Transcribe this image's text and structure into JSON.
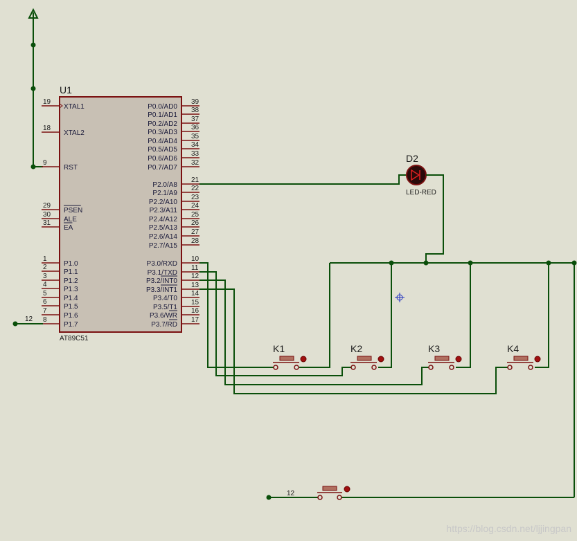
{
  "chip": {
    "ref": "U1",
    "model": "AT89C51",
    "left_pins": [
      {
        "num": "19",
        "name": "XTAL1"
      },
      {
        "num": "18",
        "name": "XTAL2"
      },
      {
        "num": "9",
        "name": "RST"
      },
      {
        "num": "29",
        "name": "PSEN"
      },
      {
        "num": "30",
        "name": "ALE"
      },
      {
        "num": "31",
        "name": "EA"
      },
      {
        "num": "1",
        "name": "P1.0"
      },
      {
        "num": "2",
        "name": "P1.1"
      },
      {
        "num": "3",
        "name": "P1.2"
      },
      {
        "num": "4",
        "name": "P1.3"
      },
      {
        "num": "5",
        "name": "P1.4"
      },
      {
        "num": "6",
        "name": "P1.5"
      },
      {
        "num": "7",
        "name": "P1.6"
      },
      {
        "num": "8",
        "name": "P1.7"
      }
    ],
    "right_pins": [
      {
        "num": "39",
        "name": "P0.0/AD0"
      },
      {
        "num": "38",
        "name": "P0.1/AD1"
      },
      {
        "num": "37",
        "name": "P0.2/AD2"
      },
      {
        "num": "36",
        "name": "P0.3/AD3"
      },
      {
        "num": "35",
        "name": "P0.4/AD4"
      },
      {
        "num": "34",
        "name": "P0.5/AD5"
      },
      {
        "num": "33",
        "name": "P0.6/AD6"
      },
      {
        "num": "32",
        "name": "P0.7/AD7"
      },
      {
        "num": "21",
        "name": "P2.0/A8"
      },
      {
        "num": "22",
        "name": "P2.1/A9"
      },
      {
        "num": "23",
        "name": "P2.2/A10"
      },
      {
        "num": "24",
        "name": "P2.3/A11"
      },
      {
        "num": "25",
        "name": "P2.4/A12"
      },
      {
        "num": "26",
        "name": "P2.5/A13"
      },
      {
        "num": "27",
        "name": "P2.6/A14"
      },
      {
        "num": "28",
        "name": "P2.7/A15"
      },
      {
        "num": "10",
        "name": "P3.0/RXD"
      },
      {
        "num": "11",
        "name": "P3.1/TXD"
      },
      {
        "num": "12",
        "name": "P3.2/INT0"
      },
      {
        "num": "13",
        "name": "P3.3/INT1"
      },
      {
        "num": "14",
        "name": "P3.4/T0"
      },
      {
        "num": "15",
        "name": "P3.5/T1"
      },
      {
        "num": "16",
        "name": "P3.6/WR"
      },
      {
        "num": "17",
        "name": "P3.7/RD"
      }
    ]
  },
  "led": {
    "ref": "D2",
    "value": "LED-RED"
  },
  "buttons": [
    {
      "ref": "K1"
    },
    {
      "ref": "K2"
    },
    {
      "ref": "K3"
    },
    {
      "ref": "K4"
    }
  ],
  "net_labels": {
    "p17_net": "12",
    "bottom_net": "12"
  },
  "watermark": "https://blog.csdn.net/ljjingpan",
  "colors": {
    "wire": "#0a4f0a",
    "component": "#7a1010",
    "chip_fill": "#c8c0b4",
    "background": "#e0e0d2"
  }
}
